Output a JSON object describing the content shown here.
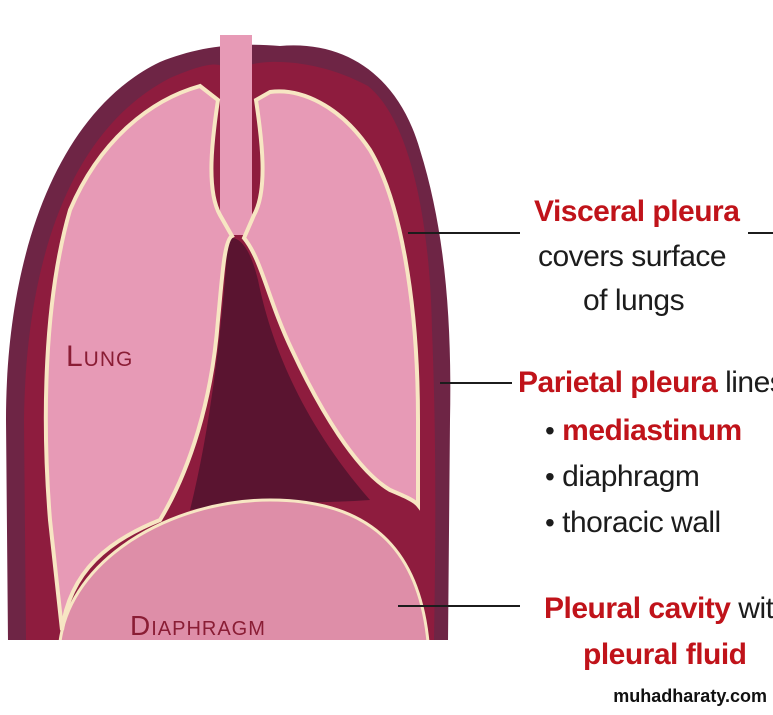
{
  "organ_labels": {
    "lung": "Lung",
    "diaphragm": "Diaphragm"
  },
  "labels": {
    "visceral": {
      "title": "Visceral pleura",
      "line2": "covers surface",
      "line3": "of lungs"
    },
    "parietal": {
      "title": "Parietal pleura",
      "suffix": " lines",
      "items": [
        "mediastinum",
        "diaphragm",
        "thoracic wall"
      ]
    },
    "cavity": {
      "title": "Pleural cavity",
      "suffix": " with",
      "line2": "pleural fluid"
    }
  },
  "watermark": "muhadharaty.com",
  "colors": {
    "lung_pink": "#e79ab6",
    "pleura_dark": "#8e1c3e",
    "outer_wall": "#6e2545",
    "diaphragm_pink": "#de8ea8",
    "mediastinum": "#5a1430",
    "membrane_cream": "#f7e6c3",
    "label_red": "#c0131a"
  }
}
